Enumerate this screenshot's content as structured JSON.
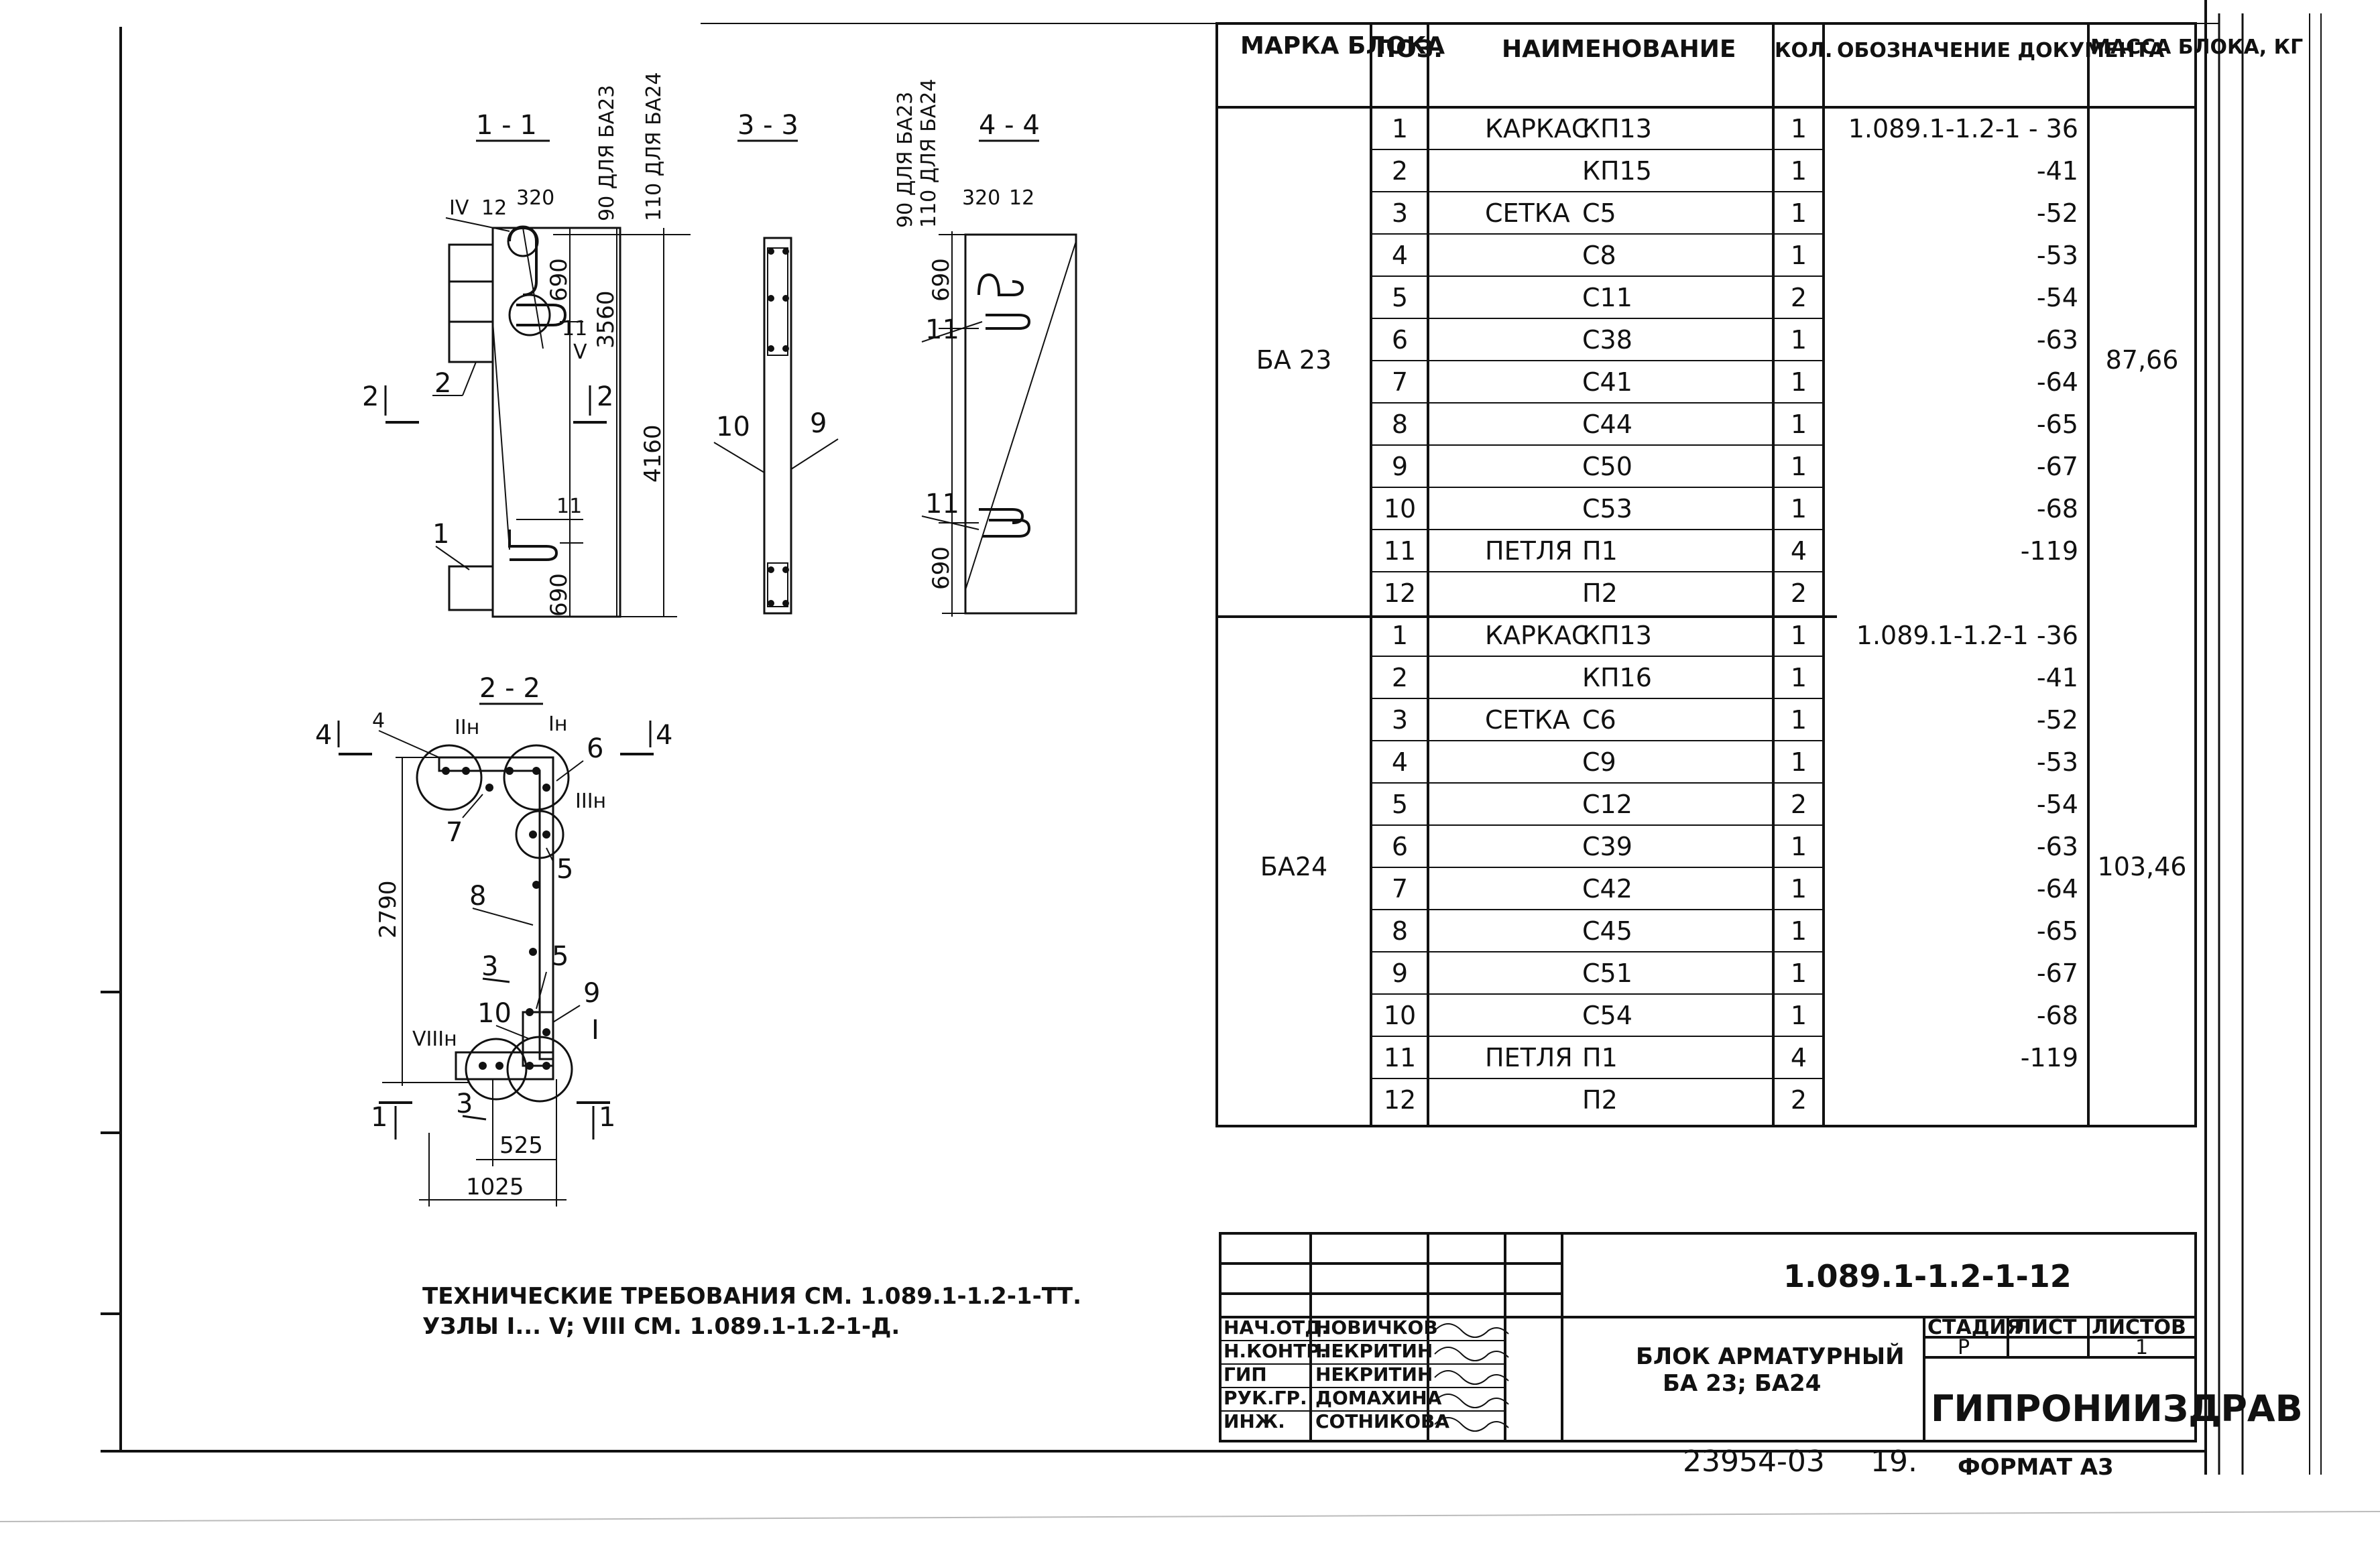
{
  "drawing": {
    "sections": {
      "s11": "1 - 1",
      "s33": "3 - 3",
      "s44": "4 - 4",
      "s22": "2 - 2"
    },
    "dims_11": {
      "d320": "320",
      "d12": "12",
      "d690a": "690",
      "d3560": "3560",
      "d4160": "4160",
      "d690b": "690",
      "ba23": "90 ДЛЯ БА23",
      "ba24": "110 ДЛЯ БА24",
      "n_IV": "IV",
      "n_V": "V",
      "n11a": "11",
      "n11b": "11",
      "n2": "2",
      "n1": "1",
      "cut2a": "2",
      "cut2b": "2"
    },
    "dims_33": {
      "n10": "10",
      "n9": "9"
    },
    "dims_44": {
      "ba23": "90 ДЛЯ БА23",
      "ba24": "110 ДЛЯ БА24",
      "d320": "320",
      "d12": "12",
      "d690a": "690",
      "d690b": "690",
      "n11a": "11",
      "n11b": "11"
    },
    "dims_22": {
      "cut4a": "4",
      "cut4b": "4",
      "n4": "4",
      "n6": "6",
      "n7": "7",
      "n5a": "5",
      "n5b": "5",
      "n8": "8",
      "n3a": "3",
      "n3b": "3",
      "n9": "9",
      "n10": "10",
      "n_IIn": "IIн",
      "n_In": "Iн",
      "n_IIIn": "IIIн",
      "n_VIIIn": "VIIIн",
      "n_I": "I",
      "d2790": "2790",
      "d525": "525",
      "d1025": "1025",
      "cut1a": "1",
      "cut1b": "1"
    },
    "notes": {
      "line1": "ТЕХНИЧЕСКИЕ  ТРЕБОВАНИЯ  СМ. 1.089.1-1.2-1-ТТ.",
      "line2": "УЗЛЫ I... V; VIII  СМ. 1.089.1-1.2-1-Д."
    }
  },
  "spec_table": {
    "headers": {
      "mark": "МАРКА БЛОКА",
      "pos": "ПОЗ.",
      "name": "НАИМЕНОВАНИЕ",
      "qty": "КОЛ.",
      "doc": "ОБОЗНАЧЕНИЕ ДОКУМЕНТА",
      "mass": "МАССА БЛОКА, КГ"
    },
    "groups": [
      {
        "mark": "БА 23",
        "mass": "87,66",
        "rows": [
          {
            "pos": "1",
            "type": "КАРКАС",
            "code": "КП13",
            "qty": "1",
            "doc": "1.089.1-1.2-1 - 36"
          },
          {
            "pos": "2",
            "type": "",
            "code": "КП15",
            "qty": "1",
            "doc": "-41"
          },
          {
            "pos": "3",
            "type": "СЕТКА",
            "code": "С5",
            "qty": "1",
            "doc": "-52"
          },
          {
            "pos": "4",
            "type": "",
            "code": "С8",
            "qty": "1",
            "doc": "-53"
          },
          {
            "pos": "5",
            "type": "",
            "code": "С11",
            "qty": "2",
            "doc": "-54"
          },
          {
            "pos": "6",
            "type": "",
            "code": "С38",
            "qty": "1",
            "doc": "-63"
          },
          {
            "pos": "7",
            "type": "",
            "code": "С41",
            "qty": "1",
            "doc": "-64"
          },
          {
            "pos": "8",
            "type": "",
            "code": "С44",
            "qty": "1",
            "doc": "-65"
          },
          {
            "pos": "9",
            "type": "",
            "code": "С50",
            "qty": "1",
            "doc": "-67"
          },
          {
            "pos": "10",
            "type": "",
            "code": "С53",
            "qty": "1",
            "doc": "-68"
          },
          {
            "pos": "11",
            "type": "ПЕТЛЯ",
            "code": "П1",
            "qty": "4",
            "doc": "-119"
          },
          {
            "pos": "12",
            "type": "",
            "code": "П2",
            "qty": "2",
            "doc": ""
          }
        ]
      },
      {
        "mark": "БА24",
        "mass": "103,46",
        "rows": [
          {
            "pos": "1",
            "type": "КАРКАС",
            "code": "КП13",
            "qty": "1",
            "doc": "1.089.1-1.2-1  -36"
          },
          {
            "pos": "2",
            "type": "",
            "code": "КП16",
            "qty": "1",
            "doc": "-41"
          },
          {
            "pos": "3",
            "type": "СЕТКА",
            "code": "С6",
            "qty": "1",
            "doc": "-52"
          },
          {
            "pos": "4",
            "type": "",
            "code": "С9",
            "qty": "1",
            "doc": "-53"
          },
          {
            "pos": "5",
            "type": "",
            "code": "С12",
            "qty": "2",
            "doc": "-54"
          },
          {
            "pos": "6",
            "type": "",
            "code": "С39",
            "qty": "1",
            "doc": "-63"
          },
          {
            "pos": "7",
            "type": "",
            "code": "С42",
            "qty": "1",
            "doc": "-64"
          },
          {
            "pos": "8",
            "type": "",
            "code": "С45",
            "qty": "1",
            "doc": "-65"
          },
          {
            "pos": "9",
            "type": "",
            "code": "С51",
            "qty": "1",
            "doc": "-67"
          },
          {
            "pos": "10",
            "type": "",
            "code": "С54",
            "qty": "1",
            "doc": "-68"
          },
          {
            "pos": "11",
            "type": "ПЕТЛЯ",
            "code": "П1",
            "qty": "4",
            "doc": "-119"
          },
          {
            "pos": "12",
            "type": "",
            "code": "П2",
            "qty": "2",
            "doc": ""
          }
        ]
      }
    ]
  },
  "title_block": {
    "doc_code": "1.089.1-1.2-1-12",
    "title_l1": "БЛОК АРМАТУРНЫЙ",
    "title_l2": "БА 23; БА24",
    "stage_hdr": "СТАДИЯ",
    "sheet_hdr": "ЛИСТ",
    "sheets_hdr": "ЛИСТОВ",
    "stage": "Р",
    "sheet": "1",
    "org": "ГИПРОНИИЗДРАВ",
    "roles": [
      {
        "role": "НАЧ.ОТД.",
        "name": "НОВИЧКОВ"
      },
      {
        "role": "Н.КОНТР.",
        "name": "НЕКРИТИН"
      },
      {
        "role": "ГИП",
        "name": "НЕКРИТИН"
      },
      {
        "role": "РУК.ГР.",
        "name": "ДОМАХИНА"
      },
      {
        "role": "ИНЖ.",
        "name": "СОТНИКОВА"
      }
    ]
  },
  "footer": {
    "inv": "23954-03",
    "page": "19.",
    "format": "ФОРМАТ А3"
  }
}
